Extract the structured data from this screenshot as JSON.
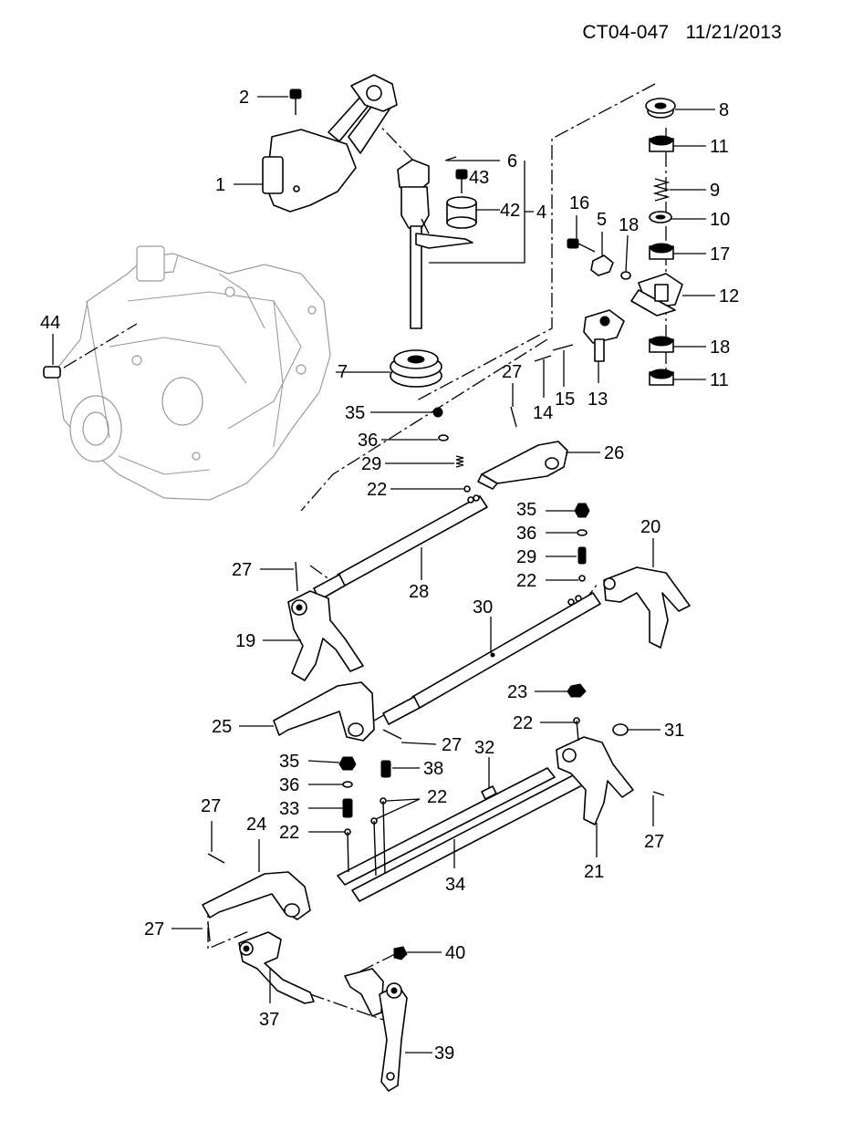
{
  "header": {
    "doc_id": "CT04-047",
    "date": "11/21/2013"
  },
  "callouts": [
    {
      "n": "1"
    },
    {
      "n": "2"
    },
    {
      "n": "4"
    },
    {
      "n": "5"
    },
    {
      "n": "6"
    },
    {
      "n": "7"
    },
    {
      "n": "8"
    },
    {
      "n": "9"
    },
    {
      "n": "10"
    },
    {
      "n": "11"
    },
    {
      "n": "11"
    },
    {
      "n": "12"
    },
    {
      "n": "13"
    },
    {
      "n": "14"
    },
    {
      "n": "15"
    },
    {
      "n": "16"
    },
    {
      "n": "17"
    },
    {
      "n": "18"
    },
    {
      "n": "18"
    },
    {
      "n": "19"
    },
    {
      "n": "20"
    },
    {
      "n": "21"
    },
    {
      "n": "22"
    },
    {
      "n": "22"
    },
    {
      "n": "22"
    },
    {
      "n": "22"
    },
    {
      "n": "22"
    },
    {
      "n": "23"
    },
    {
      "n": "24"
    },
    {
      "n": "25"
    },
    {
      "n": "26"
    },
    {
      "n": "27"
    },
    {
      "n": "27"
    },
    {
      "n": "27"
    },
    {
      "n": "27"
    },
    {
      "n": "27"
    },
    {
      "n": "27"
    },
    {
      "n": "28"
    },
    {
      "n": "29"
    },
    {
      "n": "29"
    },
    {
      "n": "30"
    },
    {
      "n": "31"
    },
    {
      "n": "32"
    },
    {
      "n": "33"
    },
    {
      "n": "34"
    },
    {
      "n": "35"
    },
    {
      "n": "35"
    },
    {
      "n": "35"
    },
    {
      "n": "36"
    },
    {
      "n": "36"
    },
    {
      "n": "36"
    },
    {
      "n": "37"
    },
    {
      "n": "38"
    },
    {
      "n": "39"
    },
    {
      "n": "40"
    },
    {
      "n": "42"
    },
    {
      "n": "43"
    },
    {
      "n": "44"
    }
  ]
}
